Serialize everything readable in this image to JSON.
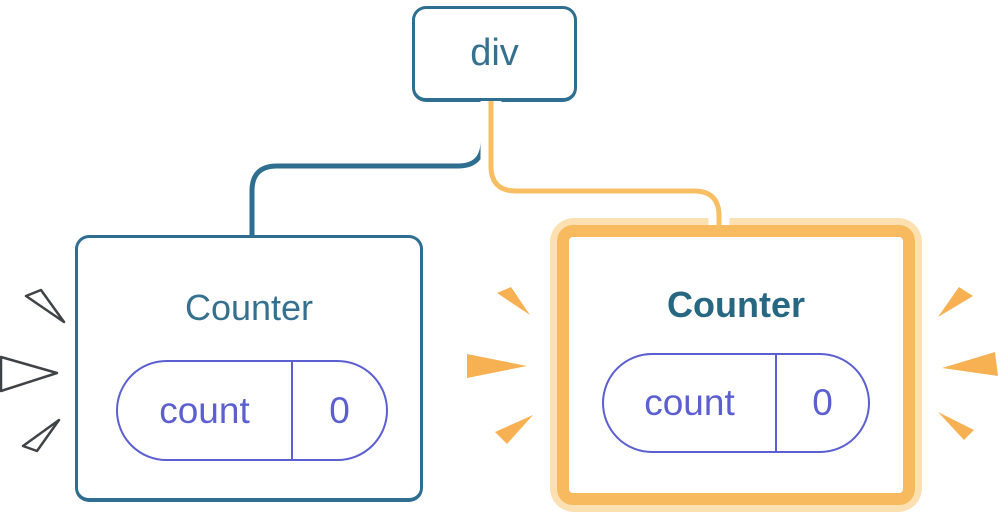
{
  "diagram": {
    "description": "React component tree: div root with two Counter children; right Counter highlighted as re-rendering/new with orange glow and sparks",
    "root": {
      "label": "div"
    },
    "children": [
      {
        "title": "Counter",
        "state_name": "count",
        "state_value": "0",
        "emphasis": "normal"
      },
      {
        "title": "Counter",
        "state_name": "count",
        "state_value": "0",
        "emphasis": "highlighted-orange"
      }
    ]
  },
  "colors": {
    "background": "#ffffff",
    "blue_stroke": "#2E6E91",
    "blue_text": "#35708E",
    "bold_title_text": "#276781",
    "purple": "#5B5FD0",
    "orange_border": "#F8BA5E",
    "orange_halo": "#FCE0B1",
    "orange_connector": "#F8BE63",
    "orange_spark": "#F7B152",
    "white_spark_fill": "#ffffff",
    "white_spark_outline": "#3E4347"
  },
  "icons": {
    "left_sparks": "three white burst wedges pointing at left Counter",
    "middle_sparks": "three orange burst wedges pointing at right Counter (left side)",
    "right_sparks": "three orange burst wedges pointing at right Counter (right side)"
  }
}
